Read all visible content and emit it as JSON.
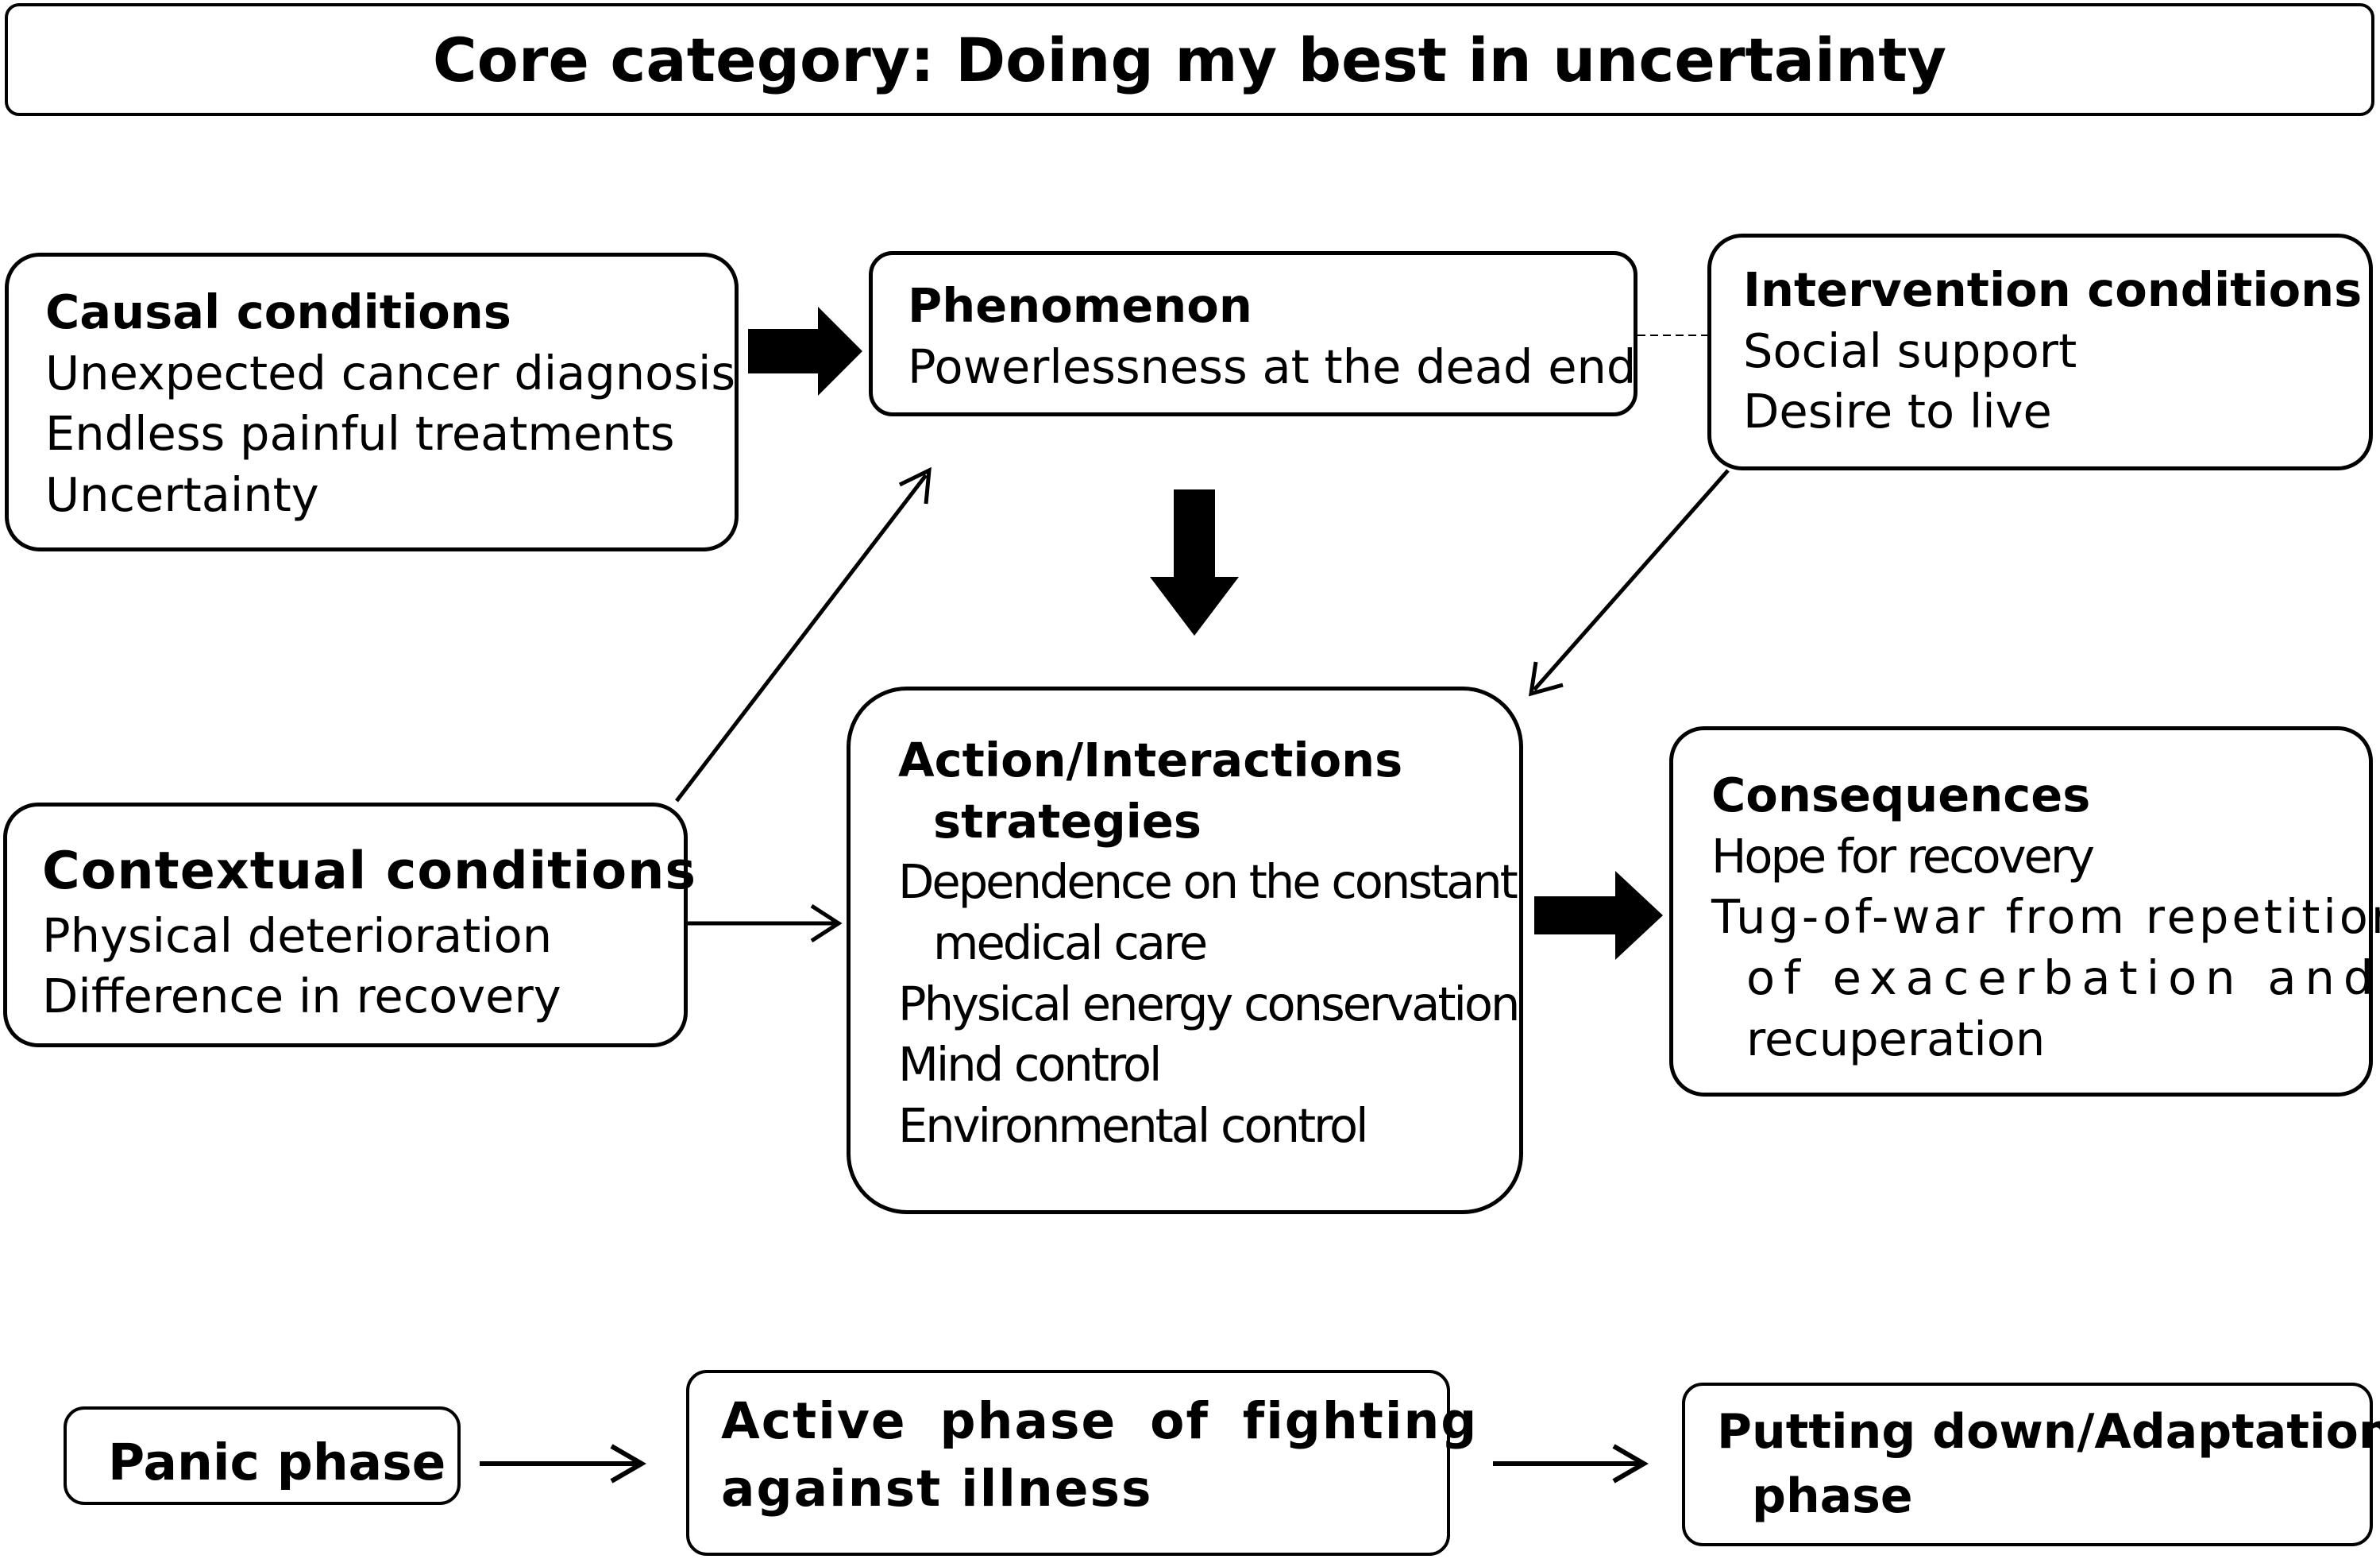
{
  "core": {
    "text": "Core category: Doing my best in uncertainty"
  },
  "causal": {
    "title": "Causal conditions",
    "items": [
      "Unexpected cancer diagnosis",
      "Endless painful treatments",
      "Uncertainty"
    ]
  },
  "phenomenon": {
    "title": "Phenomenon",
    "items": [
      "Powerlessness at the dead end"
    ]
  },
  "intervention": {
    "title": "Intervention conditions",
    "items": [
      "Social support",
      "Desire to live"
    ]
  },
  "contextual": {
    "title": "Contextual conditions",
    "items": [
      "Physical deterioration",
      "Difference in recovery"
    ]
  },
  "action": {
    "title_line1": "Action/Interactions",
    "title_line2": "strategies",
    "items": [
      "Dependence on the constant",
      "medical care",
      "Physical energy conservation",
      "Mind control",
      "Environmental control"
    ]
  },
  "consequences": {
    "title": "Consequences",
    "items": [
      "Hope for recovery",
      "Tug-of-war from repetition",
      "of exacerbation and",
      "recuperation"
    ]
  },
  "phases": [
    {
      "line1": "Panic phase",
      "line2": ""
    },
    {
      "line1": "Active phase of fighting",
      "line2": "against illness"
    },
    {
      "line1": "Putting down/Adaptation",
      "line2": "phase"
    }
  ]
}
